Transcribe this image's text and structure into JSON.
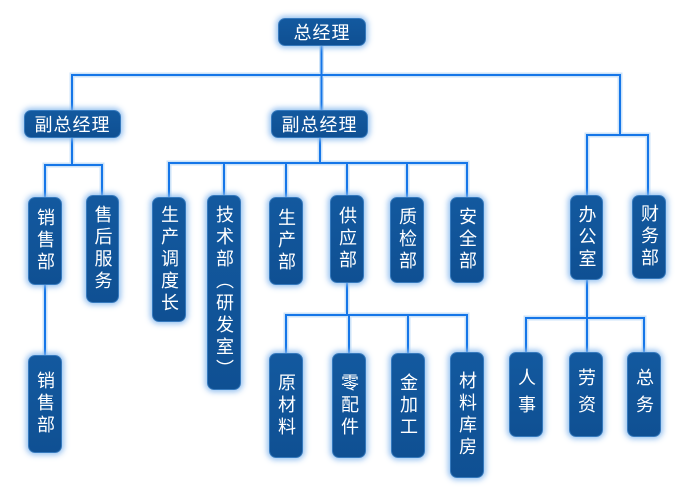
{
  "diagram": {
    "type": "org-chart",
    "background": "#ffffff"
  },
  "colors": {
    "node_fill": "#11589d",
    "node_border": "#3579bd",
    "node_glow": "#89bAee",
    "line": "#1576e8",
    "line_glow": "#bcd9f5",
    "text": "#ffffff"
  },
  "nodes": {
    "general_manager": "总经理",
    "deputy_gm_left": "副总经理",
    "deputy_gm_middle": "副总经理",
    "sales_dept": "销售部",
    "after_sales_service": "售后服务",
    "production_dispatch_chief": "生产调度长",
    "tech_dept_rd": "技术部（研发室）",
    "production_dept": "生产部",
    "supply_dept": "供应部",
    "quality_inspection_dept": "质检部",
    "safety_dept": "安全部",
    "office": "办公室",
    "finance_dept": "财务部",
    "sales_dept_sub": "销售部",
    "raw_materials": "原材料",
    "spare_parts": "零配件",
    "metal_processing": "金加工",
    "materials_warehouse": "材料库房",
    "personnel": "人事",
    "labor_wages": "劳资",
    "general_affairs": "总务"
  },
  "hierarchy": {
    "general_manager": [
      "deputy_gm_left",
      "deputy_gm_middle",
      "office",
      "finance_dept"
    ],
    "deputy_gm_left": [
      "sales_dept",
      "after_sales_service"
    ],
    "deputy_gm_middle": [
      "production_dispatch_chief",
      "tech_dept_rd",
      "production_dept",
      "supply_dept",
      "quality_inspection_dept",
      "safety_dept"
    ],
    "sales_dept": [
      "sales_dept_sub"
    ],
    "supply_dept": [
      "raw_materials",
      "spare_parts",
      "metal_processing",
      "materials_warehouse"
    ],
    "office": [
      "personnel",
      "labor_wages",
      "general_affairs"
    ]
  }
}
